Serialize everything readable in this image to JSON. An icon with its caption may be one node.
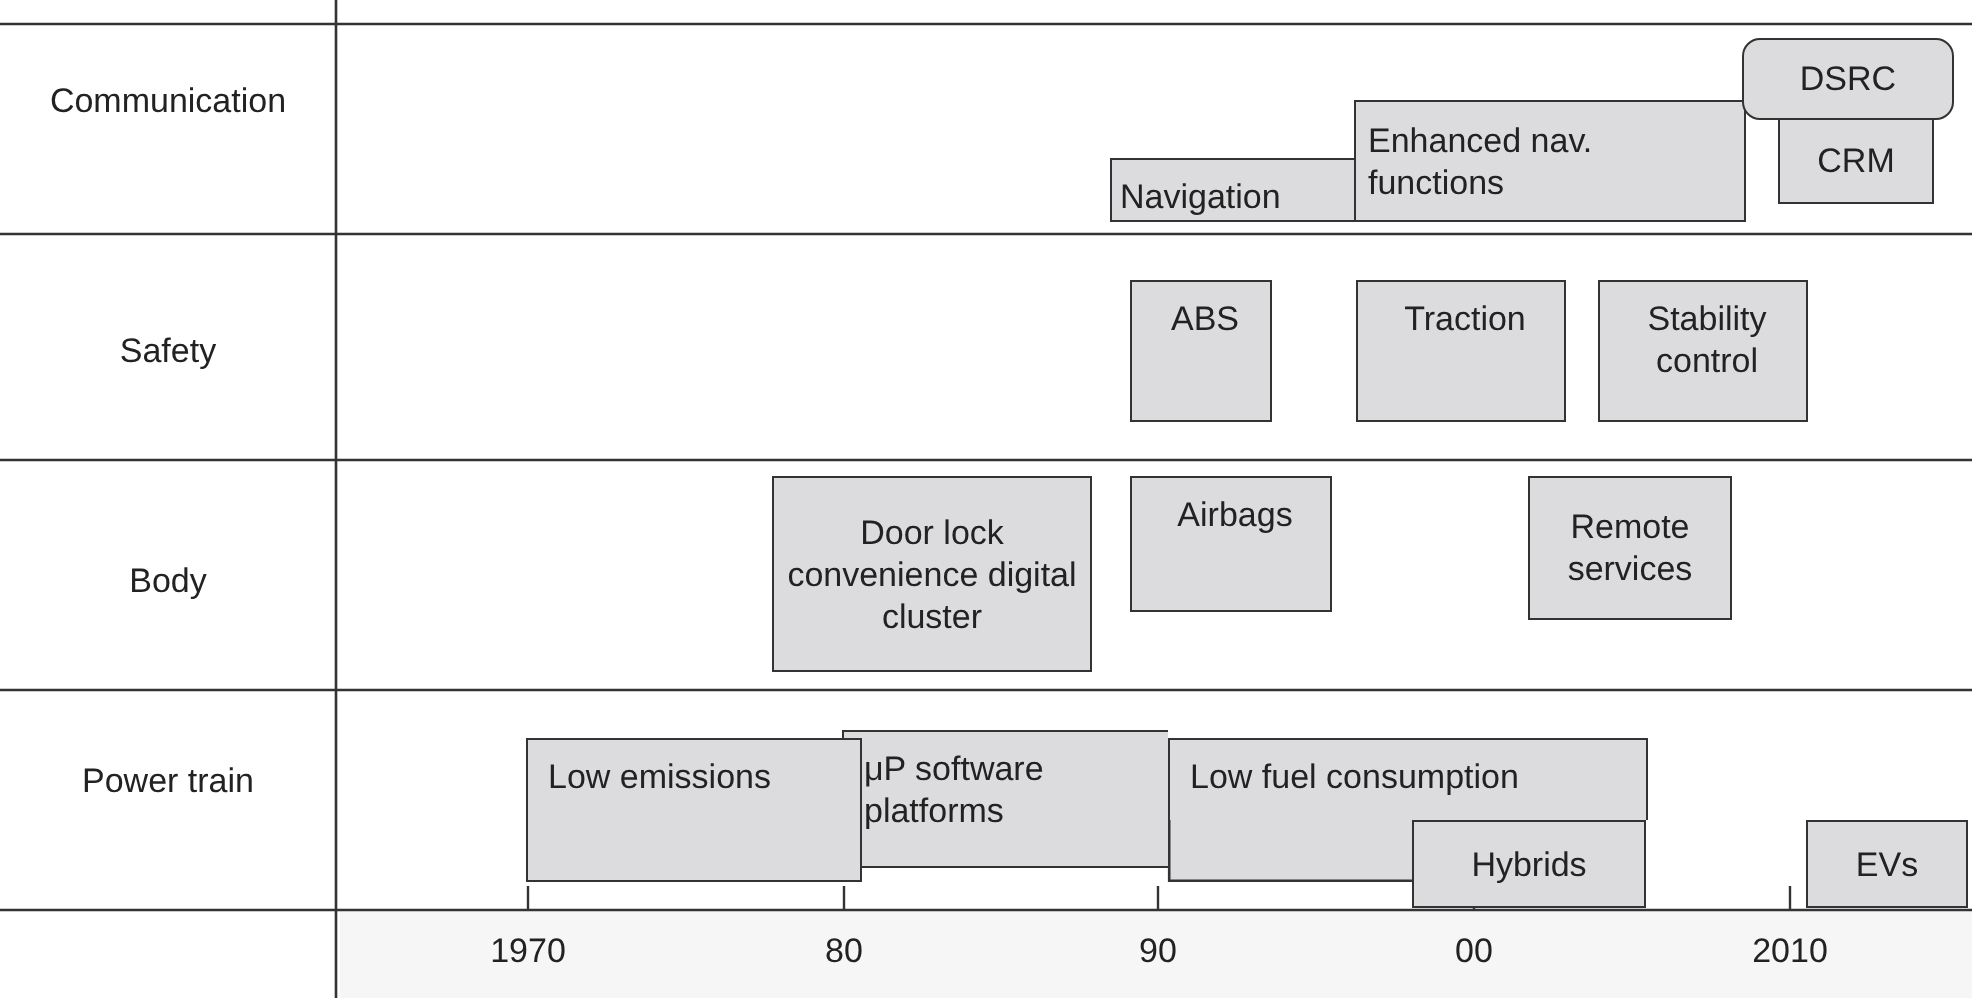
{
  "diagram": {
    "nodes": [
      {
        "text": [
          "Navigation"
        ]
      },
      {
        "text": [
          "Enhanced nav. functions"
        ]
      },
      {
        "text": [
          "DSRC"
        ]
      },
      {
        "text": [
          "CRM"
        ]
      },
      {
        "text": [
          "ABS"
        ]
      },
      {
        "text": [
          "Traction"
        ]
      },
      {
        "text": [
          "Stability control"
        ]
      },
      {
        "text": [
          "Door lock convenience digital cluster"
        ]
      },
      {
        "text": [
          "Airbags"
        ]
      },
      {
        "text": [
          "Remote services"
        ]
      },
      {
        "text": [
          "Low emissions"
        ]
      },
      {
        "text": [
          "μP software platforms"
        ]
      },
      {
        "text": [
          "Low fuel consumption"
        ]
      },
      {
        "text": [
          "Hybrids"
        ]
      },
      {
        "text": [
          "EVs"
        ]
      }
    ],
    "labels": [
      "Communication",
      "Safety",
      "Body",
      "Power train",
      "1970",
      "80",
      "90",
      "00",
      "2010"
    ]
  }
}
